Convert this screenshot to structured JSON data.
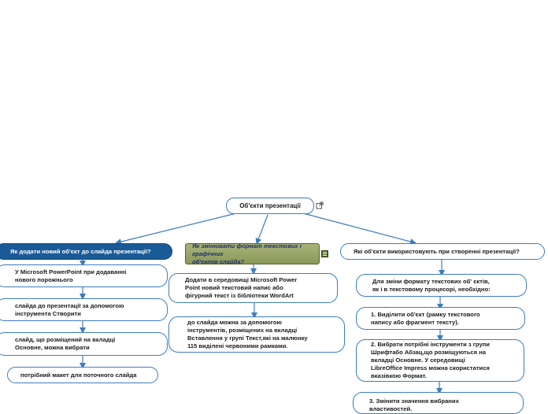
{
  "root": {
    "label": "Об'єкти презентації",
    "link_icon": "external-link-icon"
  },
  "branch_left": {
    "title": "Як додати новий об'єкт до слайда презентації?",
    "steps": [
      "У  Microsoft  PowerPoint при  додаванні\nнового  порожнього",
      "слайда  до  презентації  за  допомогою\nінструмента  Створити",
      "слайд,  що  розміщений  на  вкладці\nОсновне, можна  вибрати",
      "потрібний макет для поточного слайда"
    ]
  },
  "branch_middle": {
    "title": "Як змінювати формат текстових і графічних\n  об'єктів слайда?",
    "note_icon": "note-icon",
    "steps": [
      "Додати  в  середовищі  Microsoft  Power\nPoint новий  текстовий напис або\nфігурний текст із бібліотеки WordArt",
      "до слайда можна за допомогою\nінструментів, розміщених на вкладці\nВставлення у групі Текст,які на малюнку\n115 виділені червоними рамками."
    ]
  },
  "branch_right": {
    "title": "Які об'єкти використовують при створенні презентації?",
    "steps": [
      "Для  зміни  формату  текстових  об' єктів,\nяк  і  в  текстовому процесорі, необхідно:",
      "1.  Виділити об'єкт (рамку текстового\nнапису або фрагмент тексту).",
      "2.  Вибрати потрібні інструменти з групи\nШрифтабо  Абзац,що розміщуються  на\nвкладці  Основне. У  середовищі\nLibreOffice  Impress можна скористатися\nвказівкою Формат.",
      "3.  Змінити значення вибраних\nвластивостей."
    ]
  },
  "colors": {
    "connector": "#3e7cbf",
    "node_border": "#3e7cbf",
    "dark_node": "#1a5a96",
    "olive_node": "#9aa56a"
  }
}
